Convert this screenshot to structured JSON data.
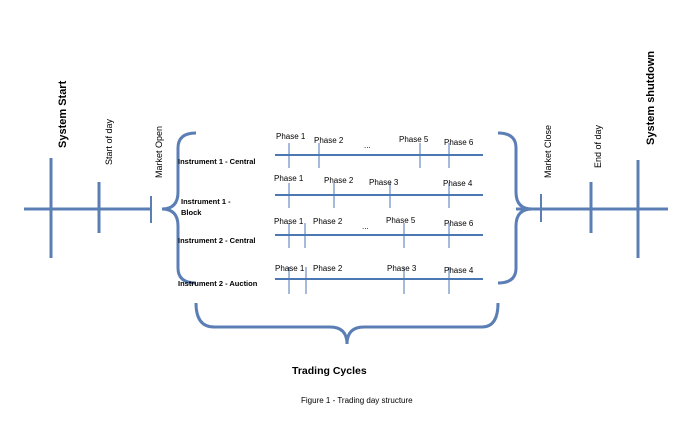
{
  "milestones": {
    "system_start": "System Start",
    "start_of_day": "Start of day",
    "market_open": "Market Open",
    "market_close": "Market Close",
    "end_of_day": "End of day",
    "system_shutdown": "System shutdown"
  },
  "instruments": [
    {
      "name": "Instrument  1 - Central",
      "phases": [
        "Phase 1",
        "Phase 2",
        "...",
        "Phase 5",
        "Phase 6"
      ]
    },
    {
      "name_line1": "Instrument 1 -",
      "name_line2": "Block",
      "phases": [
        "Phase 1",
        "Phase 2",
        "Phase 3",
        "Phase 4"
      ]
    },
    {
      "name": "Instrument 2 - Central",
      "phases": [
        "Phase 1",
        "Phase 2",
        "...",
        "Phase 5",
        "Phase 6"
      ]
    },
    {
      "name": "Instrument 2 - Auction",
      "phases": [
        "Phase 1",
        "Phase 2",
        "Phase 3",
        "Phase 4"
      ]
    }
  ],
  "trading_cycles_label": "Trading Cycles",
  "caption": "Figure 1 - Trading day structure"
}
